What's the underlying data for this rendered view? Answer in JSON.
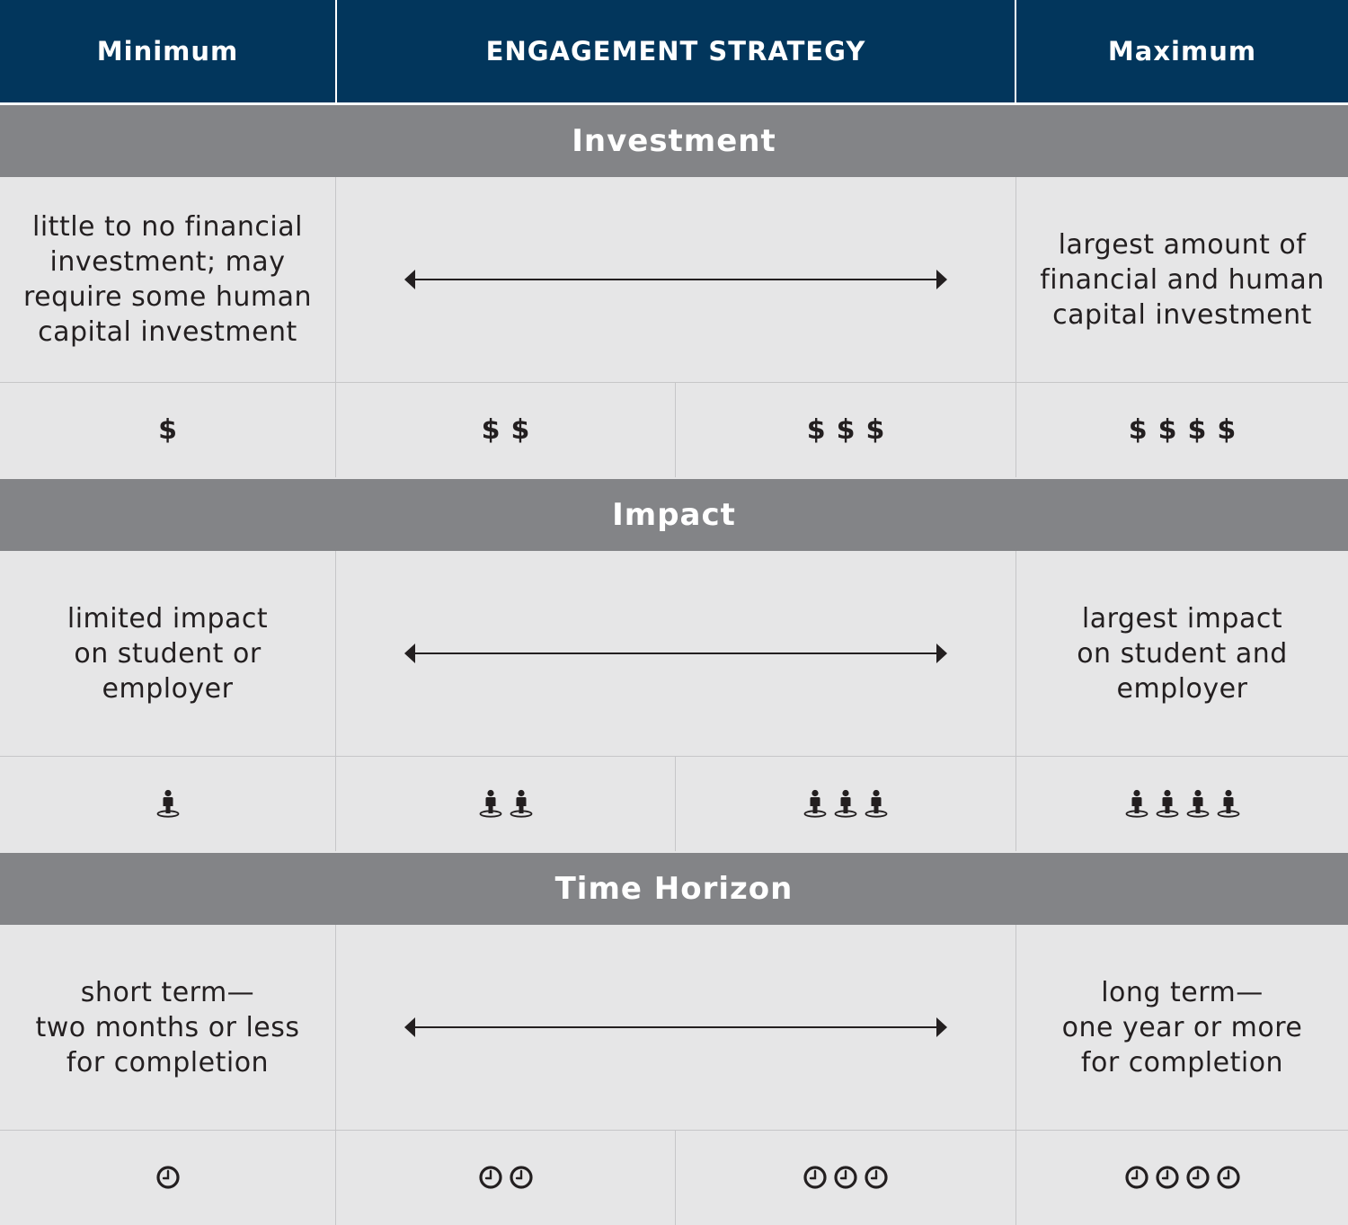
{
  "header": {
    "minimum": "Minimum",
    "strategy": "ENGAGEMENT STRATEGY",
    "maximum": "Maximum"
  },
  "sections": [
    {
      "title": "Investment",
      "min_text": "little to no financial\ninvestment; may\nrequire some human\ncapital investment",
      "max_text": "largest amount of\nfinancial and human\ncapital investment",
      "icon": "dollar-icon",
      "levels": [
        1,
        2,
        3,
        4
      ]
    },
    {
      "title": "Impact",
      "min_text": "limited impact\non student or\nemployer",
      "max_text": "largest impact\non student and\nemployer",
      "icon": "person-icon",
      "levels": [
        1,
        2,
        3,
        4
      ]
    },
    {
      "title": "Time Horizon",
      "min_text": "short term—\ntwo months or less\nfor completion",
      "max_text": "long term—\none year or more\nfor completion",
      "icon": "clock-icon",
      "levels": [
        1,
        2,
        3,
        4
      ]
    }
  ],
  "colors": {
    "header_bg": "#02365c",
    "band_bg": "#838487",
    "body_bg": "#e6e6e7",
    "text": "#231f20"
  }
}
